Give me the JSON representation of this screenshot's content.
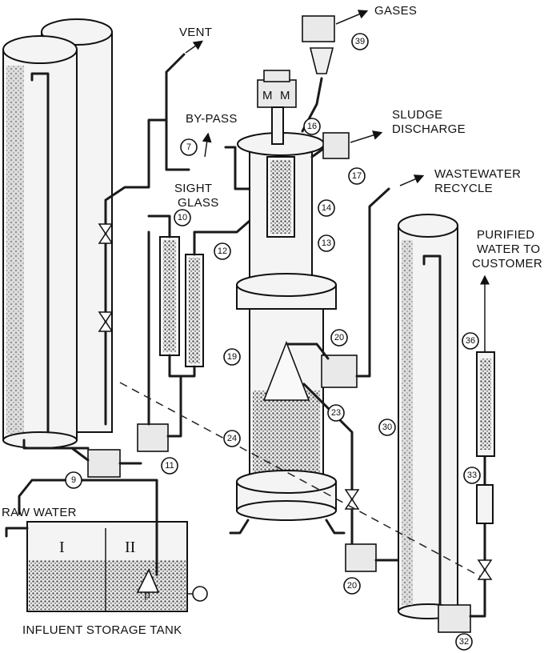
{
  "labels": {
    "gases": "GASES",
    "vent": "VENT",
    "bypass": "BY-PASS",
    "sludge1": "SLUDGE",
    "sludge2": "DISCHARGE",
    "sight1": "SIGHT",
    "sight2": "GLASS",
    "ww1": "WASTEWATER",
    "ww2": "RECYCLE",
    "pur1": "PURIFIED",
    "pur2": "WATER TO",
    "pur3": "CUSTOMER",
    "raw": "RAW WATER",
    "tank": "INFLUENT STORAGE TANK",
    "motor1": "M",
    "motor2": "M",
    "tank_I": "I",
    "tank_II": "II",
    "pump_p": "p"
  },
  "callouts": {
    "c39": "39",
    "c16": "16",
    "c7": "7",
    "c17": "17",
    "c10": "10",
    "c14": "14",
    "c12": "12",
    "c13": "13",
    "c20a": "20",
    "c19": "19",
    "c36": "36",
    "c23": "23",
    "c30": "30",
    "c24": "24",
    "c11": "11",
    "c9": "9",
    "c33": "33",
    "c20b": "20",
    "c32": "32"
  }
}
